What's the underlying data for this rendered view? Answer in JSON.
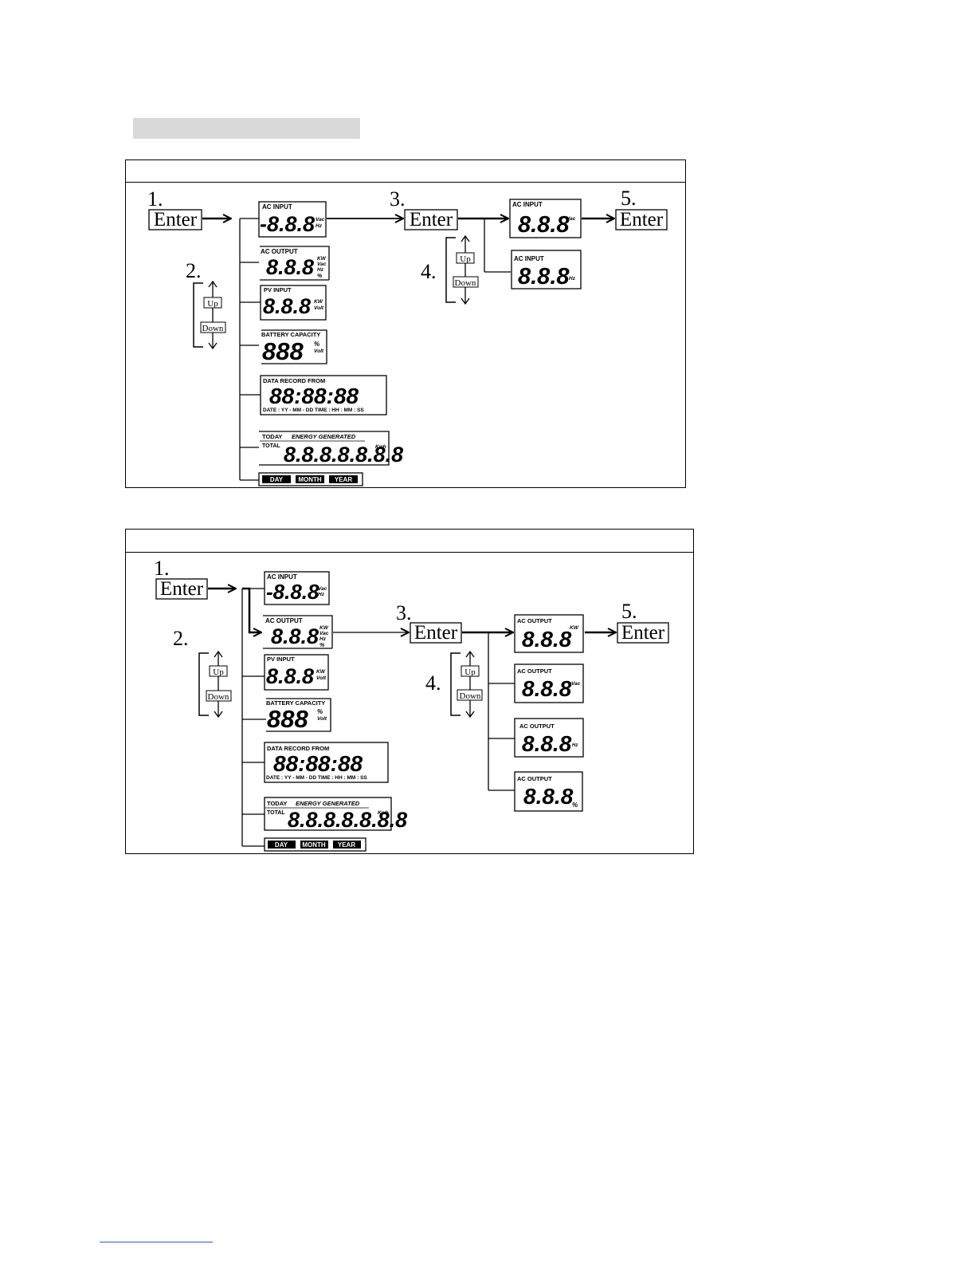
{
  "steps": {
    "s1": "1.",
    "s2": "2.",
    "s3": "3.",
    "s4": "4.",
    "s5": "5."
  },
  "buttons": {
    "enter": "Enter",
    "up": "Up",
    "down": "Down"
  },
  "lcd": {
    "ac_input": "AC INPUT",
    "ac_output": "AC OUTPUT",
    "pv_input": "PV INPUT",
    "battery_capacity": "BATTERY CAPACITY",
    "data_record_from": "DATA RECORD FROM",
    "date_time_format": "DATE : YY - MM - DD  TIME : HH : MM : SS",
    "today": "TODAY",
    "energy_generated": "ENERGY GENERATED",
    "total": "TOTAL",
    "digits_neg": "-8.8.8",
    "digits_3": "8.8.8",
    "digits_888": "888",
    "digits_clock": "88:88:88",
    "digits_energy": "8.8.8.8.8.8.8",
    "unit_vac": "Vac",
    "unit_hz": "Hz",
    "unit_kw": "KW",
    "unit_percent": "%",
    "unit_volt": "Volt",
    "unit_kwh": "Kwh",
    "day": "DAY",
    "month": "MONTH",
    "year": "YEAR"
  }
}
